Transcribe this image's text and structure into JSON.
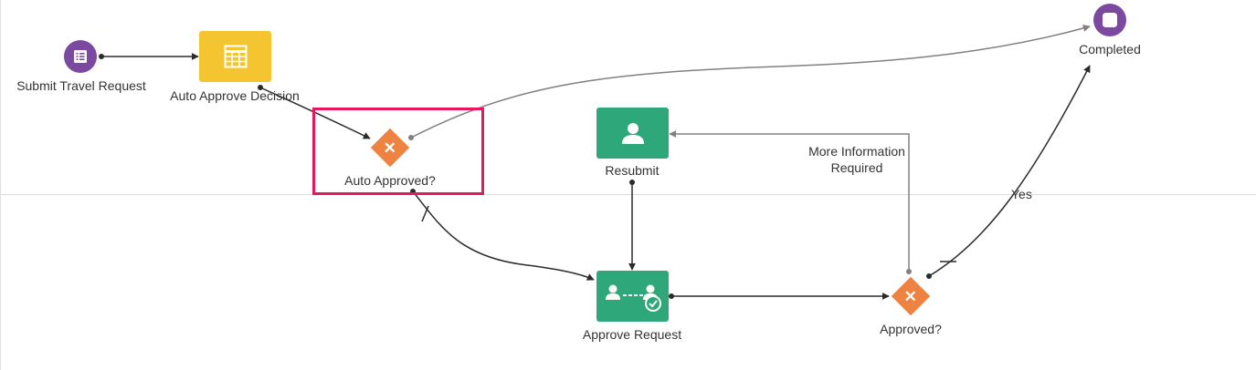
{
  "colors": {
    "start_end": "#7b4aa0",
    "decision_task": "#f5c431",
    "user_task": "#2ea87a",
    "gateway": "#ee8240",
    "selection": "#e8175d",
    "edge_dark": "#2b2b2b",
    "edge_grey": "#808080"
  },
  "nodes": {
    "submit": {
      "label": "Submit Travel Request",
      "icon": "form-icon"
    },
    "auto_decision": {
      "label": "Auto Approve Decision",
      "icon": "table-icon"
    },
    "auto_approved": {
      "label": "Auto Approved?",
      "icon": "gateway-x-icon"
    },
    "resubmit": {
      "label": "Resubmit",
      "icon": "user-icon"
    },
    "approve_request": {
      "label": "Approve Request",
      "icon": "user-approval-icon"
    },
    "approved": {
      "label": "Approved?",
      "icon": "gateway-x-icon"
    },
    "completed": {
      "label": "Completed",
      "icon": "stop-icon"
    }
  },
  "edges": {
    "more_info": {
      "line1": "More Information",
      "line2": "Required"
    },
    "yes": {
      "label": "Yes"
    }
  }
}
